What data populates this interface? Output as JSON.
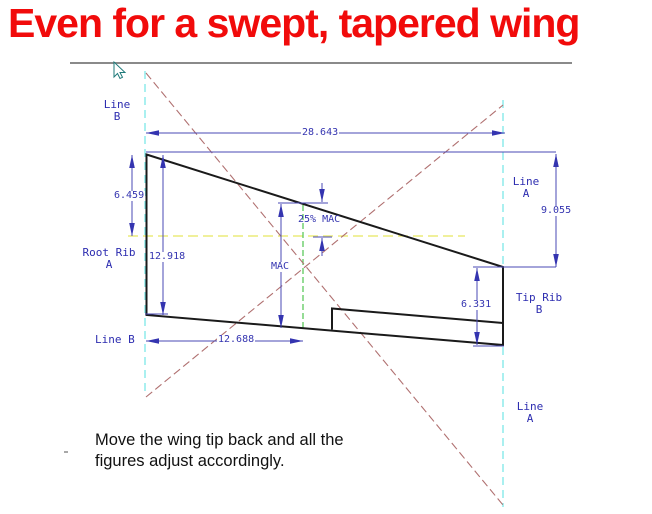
{
  "title": "Even for a swept, tapered wing",
  "caption": {
    "line1": "Move the wing tip back and all the",
    "line2": "figures adjust accordingly."
  },
  "diagram": {
    "dims": {
      "span": "28.643",
      "root_half_chord": "6.459",
      "root_chord": "12.918",
      "mac_station": "12.688",
      "line_a_offset": "9.055",
      "tip_chord": "6.331",
      "mac": "MAC",
      "quarter_mac": "25% MAC"
    },
    "labels": {
      "line_b_top_1": "Line",
      "line_b_top_2": "B",
      "line_b_bottom": "Line B",
      "line_a_right_1": "Line",
      "line_a_right_2": "A",
      "line_a_bottom_1": "Line",
      "line_a_bottom_2": "A",
      "root_rib_1": "Root Rib",
      "root_rib_2": "A",
      "tip_rib_1": "Tip Rib",
      "tip_rib_2": "B"
    },
    "colors": {
      "dimension_blue": "#3434b0",
      "construction_red": "#b07070",
      "guide_cyan": "#7de8e8",
      "mac_green": "#4fc44f",
      "mid_chord_yellow": "#ecec7a",
      "outline_black": "#1a1a1a",
      "title_red": "#f10b0b"
    }
  }
}
